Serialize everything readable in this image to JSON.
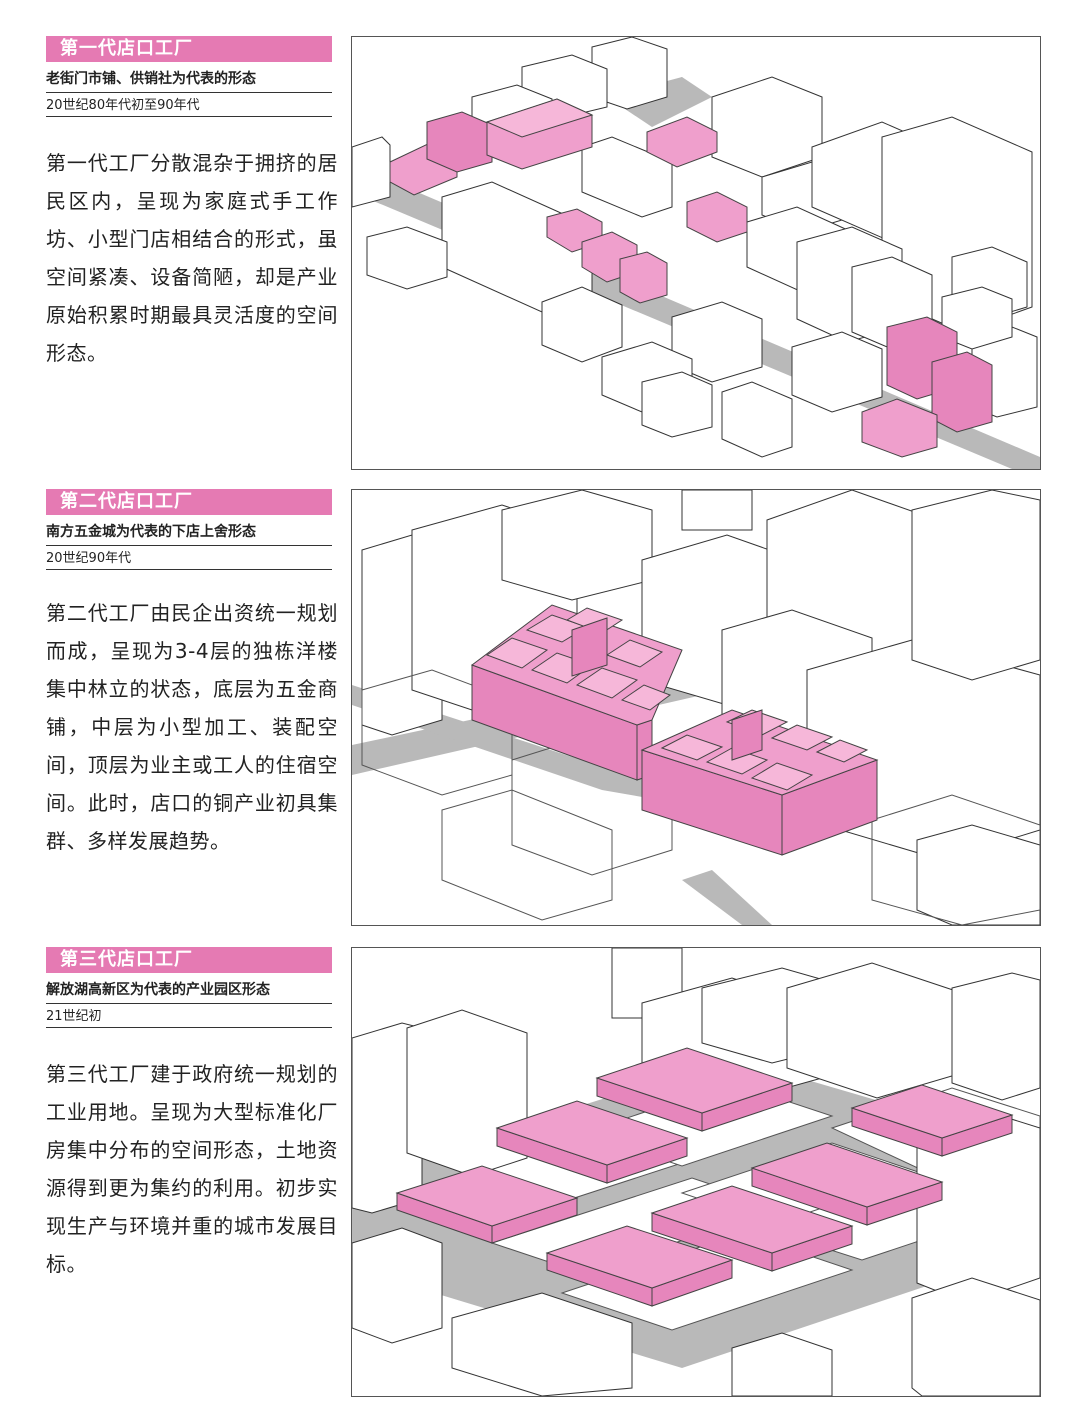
{
  "sections": [
    {
      "tag": "第一代店口工厂",
      "subtitle": "老街门市铺、供销社为代表的形态",
      "period": "20世纪80年代初至90年代",
      "body": "第一代工厂分散混杂于拥挤的居民区内，呈现为家庭式手工作坊、小型门店相结合的形式，虽空间紧凑、设备简陋，却是产业原始积累时期最具灵活度的空间形态。"
    },
    {
      "tag": "第二代店口工厂",
      "subtitle": "南方五金城为代表的下店上舍形态",
      "period": "20世纪90年代",
      "body": "第二代工厂由民企出资统一规划而成，呈现为3-4层的独栋洋楼集中林立的状态，底层为五金商铺，中层为小型加工、装配空间，顶层为业主或工人的住宿空间。此时，店口的铜产业初具集群、多样发展趋势。"
    },
    {
      "tag": "第三代店口工厂",
      "subtitle": "解放湖高新区为代表的产业园区形态",
      "period": "21世纪初",
      "body": "第三代工厂建于政府统一规划的工业用地。呈现为大型标准化厂房集中分布的空间形态，土地资源得到更为集约的利用。初步实现生产与环境并重的城市发展目标。"
    }
  ],
  "colors": {
    "accent": "#e57ab3",
    "highlight": "#ef9fcc",
    "road": "#b9b9b9"
  }
}
